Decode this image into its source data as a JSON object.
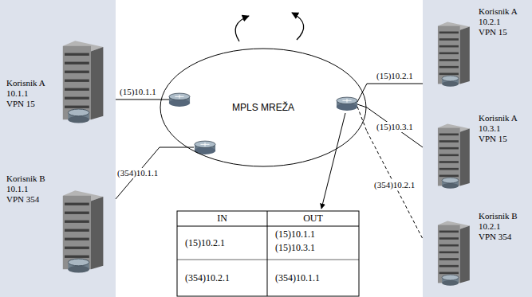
{
  "diagram": {
    "nodes": [
      {
        "text": [
          "Korisnik A",
          "10.1.1",
          "VPN 15"
        ]
      },
      {
        "text": [
          "Korisnik B",
          "10.1.1",
          "VPN 354"
        ]
      },
      {
        "text": [
          "MPLS MREŽA"
        ]
      },
      {
        "text": [
          "Korisnik A",
          "10.2.1",
          "VPN 15"
        ]
      },
      {
        "text": [
          "Korisnik A",
          "10.3.1",
          "VPN 15"
        ]
      },
      {
        "text": [
          "Korisnik B",
          "10.2.1",
          "VPN 354"
        ]
      }
    ],
    "edges": [
      {
        "from": 0,
        "to": 2,
        "label": "(15)10.1.1",
        "arrow": "none"
      },
      {
        "from": 1,
        "to": 2,
        "label": "(354)10.1.1",
        "arrow": "none"
      },
      {
        "from": 2,
        "to": 3,
        "label": "(15)10.2.1",
        "arrow": "none"
      },
      {
        "from": 2,
        "to": 4,
        "label": "(15)10.3.1",
        "arrow": "none"
      },
      {
        "from": 2,
        "to": 5,
        "label": "(354)10.2.1",
        "arrow": "none"
      }
    ],
    "labels": [
      "IN",
      "OUT",
      "(15)10.2.1",
      "(15)10.1.1",
      "(15)10.3.1",
      "(354)10.2.1",
      "(354)10.1.1"
    ]
  }
}
